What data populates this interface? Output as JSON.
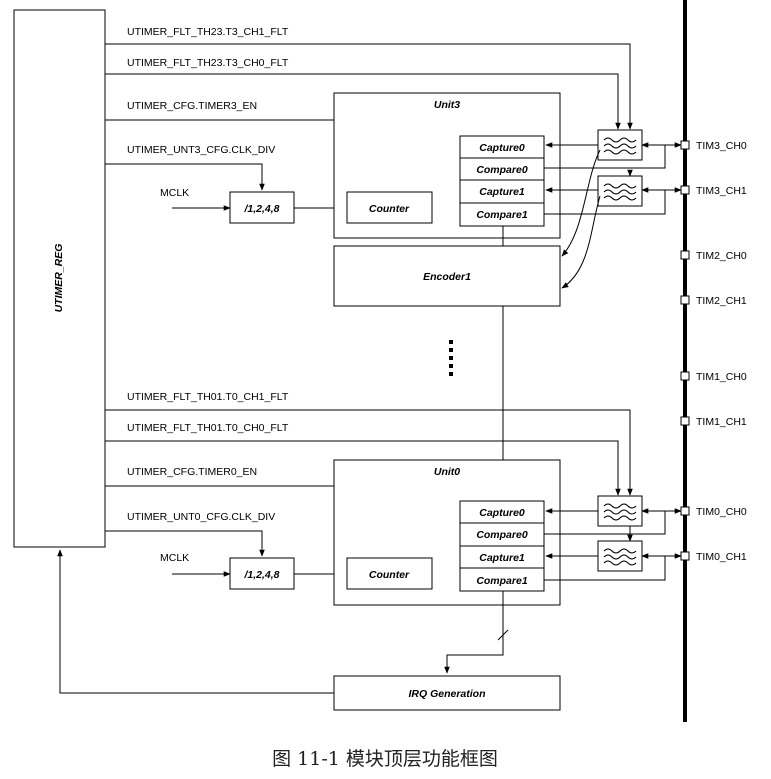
{
  "utimer_reg": "UTIMER_REG",
  "signals": {
    "unit3_flt_ch1": "UTIMER_FLT_TH23.T3_CH1_FLT",
    "unit3_flt_ch0": "UTIMER_FLT_TH23.T3_CH0_FLT",
    "unit3_cfg_en": "UTIMER_CFG.TIMER3_EN",
    "unit3_clk_div": "UTIMER_UNT3_CFG.CLK_DIV",
    "unit0_flt_ch1": "UTIMER_FLT_TH01.T0_CH1_FLT",
    "unit0_flt_ch0": "UTIMER_FLT_TH01.T0_CH0_FLT",
    "unit0_cfg_en": "UTIMER_CFG.TIMER0_EN",
    "unit0_clk_div": "UTIMER_UNT0_CFG.CLK_DIV",
    "mclk": "MCLK"
  },
  "blocks": {
    "unit3": "Unit3",
    "unit0": "Unit0",
    "divider": "/1,2,4,8",
    "counter": "Counter",
    "capture0": "Capture0",
    "compare0": "Compare0",
    "capture1": "Capture1",
    "compare1": "Compare1",
    "encoder1": "Encoder1",
    "irq": "IRQ Generation"
  },
  "pins": [
    "TIM3_CH0",
    "TIM3_CH1",
    "TIM2_CH0",
    "TIM2_CH1",
    "TIM1_CH0",
    "TIM1_CH1",
    "TIM0_CH0",
    "TIM0_CH1"
  ],
  "caption": "图 11-1 模块顶层功能框图"
}
